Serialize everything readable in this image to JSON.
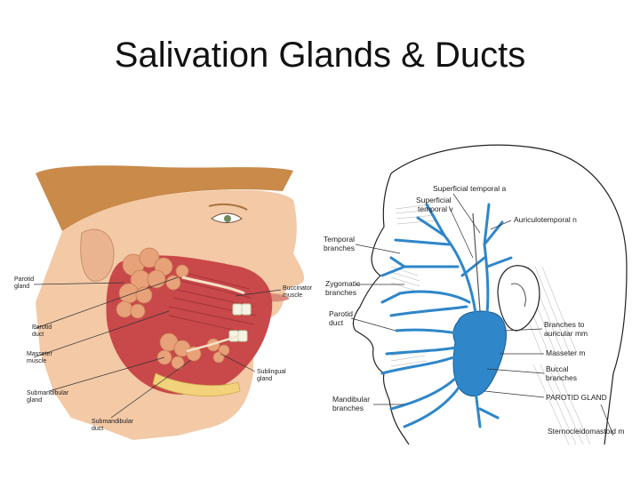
{
  "slide": {
    "title": "Salivation Glands & Ducts"
  },
  "left_panel": {
    "labels": {
      "parotid_gland_1": "Parotid",
      "parotid_gland_2": "gland",
      "buccinator_1": "Buccinator",
      "buccinator_2": "muscle",
      "parotid_duct_1": "Parotid",
      "parotid_duct_2": "duct",
      "masseter_1": "Masseter",
      "masseter_2": "muscle",
      "sublingual_1": "Sublingual",
      "sublingual_2": "gland",
      "submandibular_gland_1": "Submandibular",
      "submandibular_gland_2": "gland",
      "submandibular_duct_1": "Submandibular",
      "submandibular_duct_2": "duct"
    }
  },
  "right_panel": {
    "labels": {
      "superficial_temporal_a": "Superficial temporal a",
      "superficial_temporal_v_1": "Superficial",
      "superficial_temporal_v_2": "temporal v",
      "auriculotemporal_n": "Auriculotemporal n",
      "temporal_branches_1": "Temporal",
      "temporal_branches_2": "branches",
      "zygomatic_branches_1": "Zygomatic",
      "zygomatic_branches_2": "branches",
      "parotid_duct_1": "Parotid",
      "parotid_duct_2": "duct",
      "branches_auricular_1": "Branches to",
      "branches_auricular_2": "auricular mm",
      "masseter_m": "Masseter m",
      "buccal_branches_1": "Buccal",
      "buccal_branches_2": "branches",
      "parotid_gland": "PAROTID GLAND",
      "mandibular_branches_1": "Mandibular",
      "mandibular_branches_2": "branches",
      "sternocleidomastoid_m": "Sternocleidomastoid m"
    }
  },
  "colors": {
    "nerve_blue": "#2f86c9",
    "gland_orange": "#e8a27a",
    "skin": "#f3c9a6",
    "hair": "#c98a4a"
  }
}
